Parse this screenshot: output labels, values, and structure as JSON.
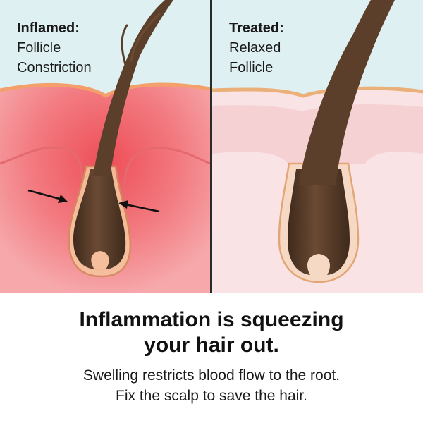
{
  "panels": {
    "left": {
      "title": "Inflamed:",
      "lines": [
        "Follicle",
        "Constriction"
      ]
    },
    "right": {
      "title": "Treated:",
      "lines": [
        "Relaxed",
        "Follicle"
      ]
    }
  },
  "caption": {
    "headline_lines": [
      "Inflammation is squeezing",
      "your hair out."
    ],
    "body_lines": [
      "Swelling restricts blood flow to the root.",
      "Fix the scalp to save the hair."
    ]
  },
  "colors": {
    "sky": "#dff0f2",
    "inflamed_tissue": "#f07f86",
    "inflamed_hot": "#ee4f58",
    "treated_tissue": "#f8dcdf",
    "epidermis_outline": "#e9a65e",
    "hair": "#5b3f2b",
    "hair_dark": "#3a271a",
    "divider": "#2b2b2b"
  },
  "icons": [
    "compression-arrow-icon"
  ]
}
